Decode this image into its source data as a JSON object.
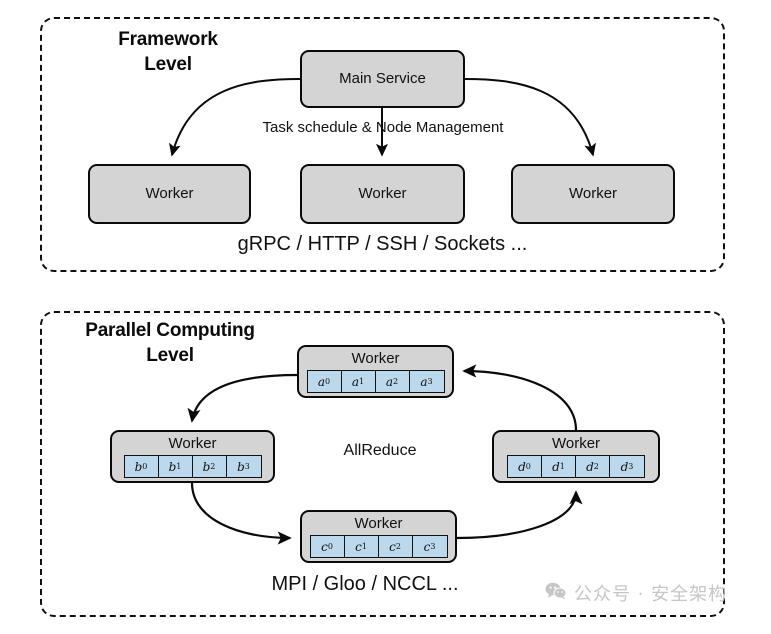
{
  "diagram": {
    "panels": [
      {
        "id": "framework",
        "title": "Framework\nLevel",
        "nodes": [
          {
            "label": "Main Service"
          },
          {
            "label": "Worker"
          },
          {
            "label": "Worker"
          },
          {
            "label": "Worker"
          }
        ],
        "edge_label": "Task schedule & Node Management",
        "footer": "gRPC / HTTP / SSH / Sockets ..."
      },
      {
        "id": "parallel",
        "title": "Parallel Computing\nLevel",
        "center_label": "AllReduce",
        "nodes": [
          {
            "label": "Worker",
            "cells": [
              {
                "base": "a",
                "sub": "0"
              },
              {
                "base": "a",
                "sub": "1"
              },
              {
                "base": "a",
                "sub": "2"
              },
              {
                "base": "a",
                "sub": "3"
              }
            ]
          },
          {
            "label": "Worker",
            "cells": [
              {
                "base": "b",
                "sub": "0"
              },
              {
                "base": "b",
                "sub": "1"
              },
              {
                "base": "b",
                "sub": "2"
              },
              {
                "base": "b",
                "sub": "3"
              }
            ]
          },
          {
            "label": "Worker",
            "cells": [
              {
                "base": "d",
                "sub": "0"
              },
              {
                "base": "d",
                "sub": "1"
              },
              {
                "base": "d",
                "sub": "2"
              },
              {
                "base": "d",
                "sub": "3"
              }
            ]
          },
          {
            "label": "Worker",
            "cells": [
              {
                "base": "c",
                "sub": "0"
              },
              {
                "base": "c",
                "sub": "1"
              },
              {
                "base": "c",
                "sub": "2"
              },
              {
                "base": "c",
                "sub": "3"
              }
            ]
          }
        ],
        "footer": "MPI / Gloo / NCCL ..."
      }
    ],
    "watermark": {
      "icon": "wechat-icon",
      "text": "公众号 · 安全架构"
    },
    "colors": {
      "node_fill": "#d4d4d4",
      "node_stroke": "#0a0a0a",
      "cell_fill": "#bcd8ed",
      "panel_stroke": "#111111",
      "watermark": "#c6c6c6",
      "background": "#ffffff"
    }
  }
}
